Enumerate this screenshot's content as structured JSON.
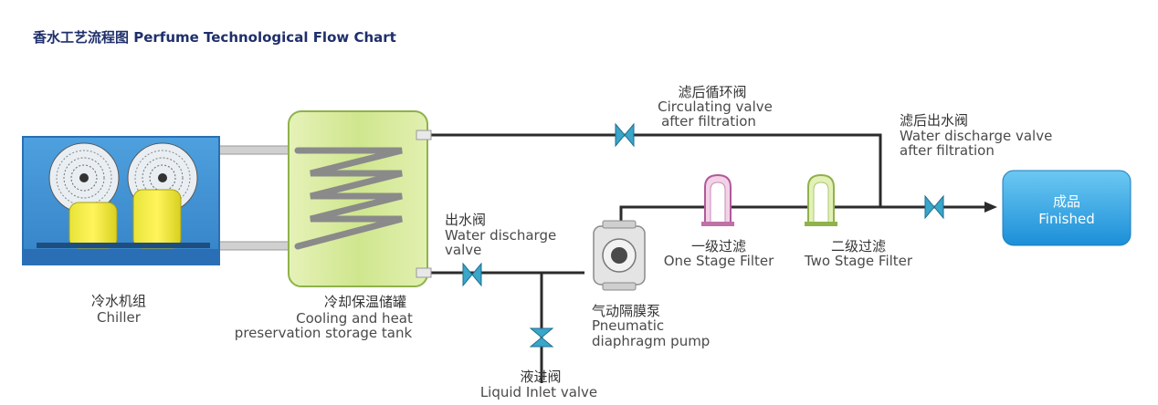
{
  "title": "香水工艺流程图 Perfume Technological Flow Chart",
  "chiller": {
    "cn": "冷水机组",
    "en": "Chiller"
  },
  "tank": {
    "cn": "冷却保温储罐",
    "en_line1": "Cooling and heat",
    "en_line2": "preservation storage tank"
  },
  "circulating_valve": {
    "cn": "滤后循环阀",
    "en_line1": "Circulating valve",
    "en_line2": "after filtration"
  },
  "discharge_after_filtration": {
    "cn": "滤后出水阀",
    "en_line1": "Water discharge valve",
    "en_line2": "after filtration"
  },
  "water_discharge_valve": {
    "cn": "出水阀",
    "en_line1": "Water discharge",
    "en_line2": "valve"
  },
  "pump": {
    "cn": "气动隔膜泵",
    "en_line1": "Pneumatic",
    "en_line2": "diaphragm pump"
  },
  "liquid_inlet": {
    "cn": "液进阀",
    "en": "Liquid Inlet valve"
  },
  "filter_one": {
    "cn": "一级过滤",
    "en": "One Stage Filter"
  },
  "filter_two": {
    "cn": "二级过滤",
    "en": "Two Stage Filter"
  },
  "finished": {
    "cn": "成品",
    "en": "Finished"
  },
  "colors": {
    "title": "#1f2f6b",
    "chiller_body": "#3d8fd3",
    "chiller_base": "#2a6fb5",
    "tank_fill": "#d4e99a",
    "tank_border": "#8fb24a",
    "pipe": "#2b2b2b",
    "valve": "#3aa6c9",
    "finished_box": "#2a9ee0"
  }
}
